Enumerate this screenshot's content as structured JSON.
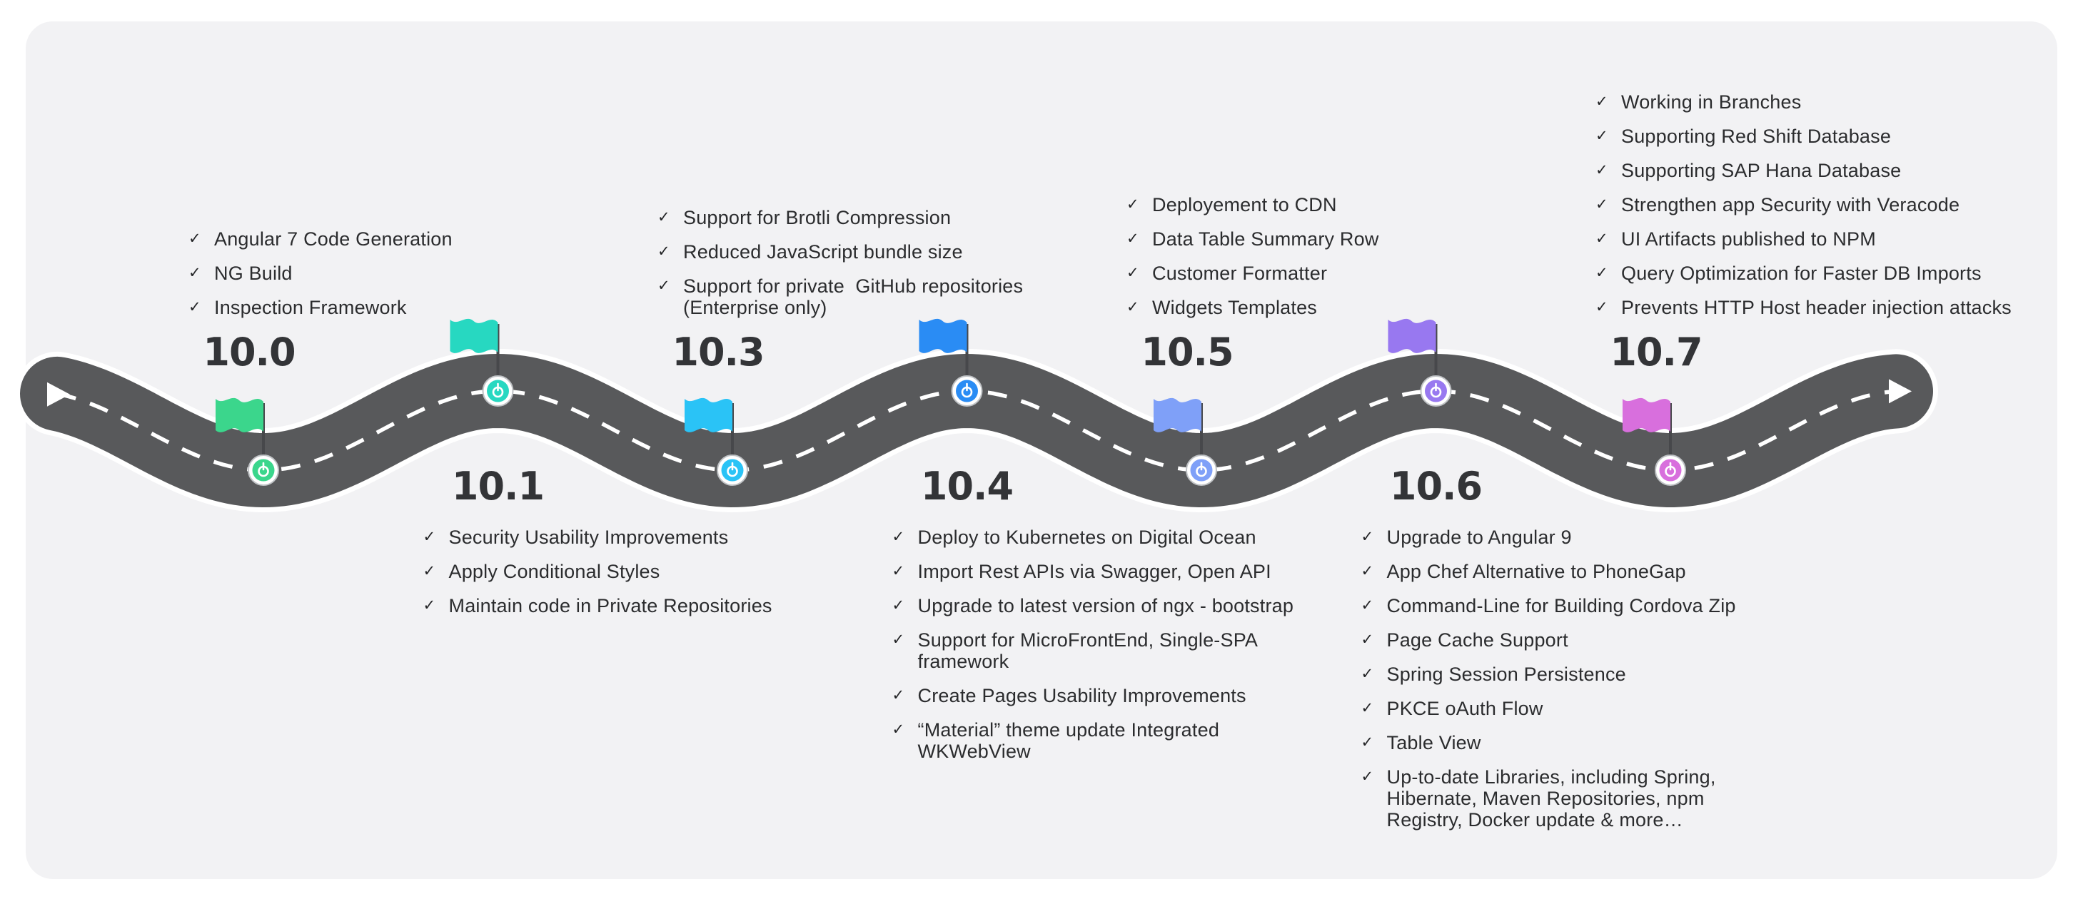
{
  "panel": {
    "page_background": "#ffffff",
    "background": "#f2f2f4"
  },
  "road": {
    "asphalt_color": "#58595b",
    "edge_line_color": "#ffffff",
    "center_line_color": "#ffffff",
    "pole_color": "#47484b",
    "marker_ring_color": "#ffffff"
  },
  "checkmark": "✓",
  "milestones": [
    {
      "version": "10.0",
      "side": "above",
      "color": "#3bd68c",
      "features": [
        "Angular 7 Code Generation",
        "NG Build",
        "Inspection Framework"
      ]
    },
    {
      "version": "10.1",
      "side": "below",
      "color": "#27d8c1",
      "features": [
        "Security Usability Improvements",
        "Apply Conditional Styles",
        "Maintain code in Private Repositories"
      ]
    },
    {
      "version": "10.3",
      "side": "above",
      "color": "#2ac3f6",
      "features": [
        "Support for Brotli Compression",
        "Reduced JavaScript bundle size",
        "Support for private  GitHub repositories\n(Enterprise only)"
      ]
    },
    {
      "version": "10.4",
      "side": "below",
      "color": "#2a8cf4",
      "features": [
        "Deploy to Kubernetes on Digital Ocean",
        "Import Rest APIs via Swagger, Open API",
        "Upgrade to latest version of ngx - bootstrap",
        "Support for MicroFrontEnd, Single-SPA\nframework",
        "Create Pages Usability Improvements",
        "“Material” theme update Integrated\nWKWebView"
      ]
    },
    {
      "version": "10.5",
      "side": "above",
      "color": "#7fa0f8",
      "features": [
        "Deployement to CDN",
        "Data Table Summary Row",
        "Customer Formatter",
        "Widgets Templates"
      ]
    },
    {
      "version": "10.6",
      "side": "below",
      "color": "#9878f0",
      "features": [
        "Upgrade to Angular 9",
        "App Chef Alternative to PhoneGap",
        "Command-Line for Building Cordova Zip",
        "Page Cache Support",
        "Spring Session Persistence",
        "PKCE oAuth Flow",
        "Table View",
        "Up-to-date Libraries, including Spring,\nHibernate, Maven Repositories, npm\nRegistry, Docker update & more…"
      ]
    },
    {
      "version": "10.7",
      "side": "above",
      "color": "#d86fdd",
      "features": [
        "Working in Branches",
        "Supporting Red Shift Database",
        "Supporting SAP Hana Database",
        "Strengthen app Security with Veracode",
        "UI Artifacts published to NPM",
        "Query Optimization for Faster DB Imports",
        "Prevents HTTP Host header injection attacks"
      ]
    }
  ]
}
